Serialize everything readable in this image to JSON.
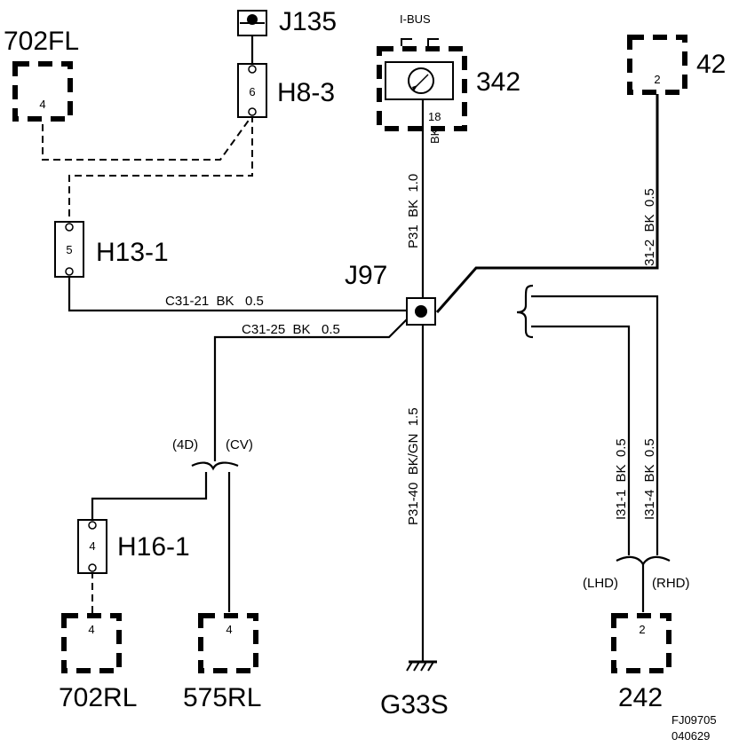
{
  "components": {
    "c702fl": {
      "name": "702FL",
      "pin": "4"
    },
    "j135": {
      "name": "J135"
    },
    "h8_3": {
      "name": "H8-3",
      "pin": "6"
    },
    "h13_1": {
      "name": "H13-1",
      "pin": "5"
    },
    "c342": {
      "name": "342",
      "bus": "I-BUS",
      "pin": "18",
      "pin_color": "BK"
    },
    "c42": {
      "name": "42",
      "pin": "2"
    },
    "j97": {
      "name": "J97"
    },
    "h16_1": {
      "name": "H16-1",
      "pin": "4"
    },
    "c702rl": {
      "name": "702RL",
      "pin": "4"
    },
    "c575rl": {
      "name": "575RL",
      "pin": "4"
    },
    "g33s": {
      "name": "G33S"
    },
    "c242": {
      "name": "242",
      "pin": "2"
    }
  },
  "wires": {
    "c31_21": "C31-21  BK   0.5",
    "c31_25": "C31-25  BK   0.5",
    "p31": "P31  BK  1.0",
    "p31_40": "P31-40  BK/GN  1.5",
    "i31_2": "I31-2  BK  0.5",
    "i31_1": "I31-1  BK  0.5",
    "i31_4": "I31-4  BK  0.5"
  },
  "variants": {
    "d4": "(4D)",
    "cv": "(CV)",
    "lhd": "(LHD)",
    "rhd": "(RHD)"
  },
  "footer": {
    "code": "FJ09705",
    "date": "040629"
  }
}
